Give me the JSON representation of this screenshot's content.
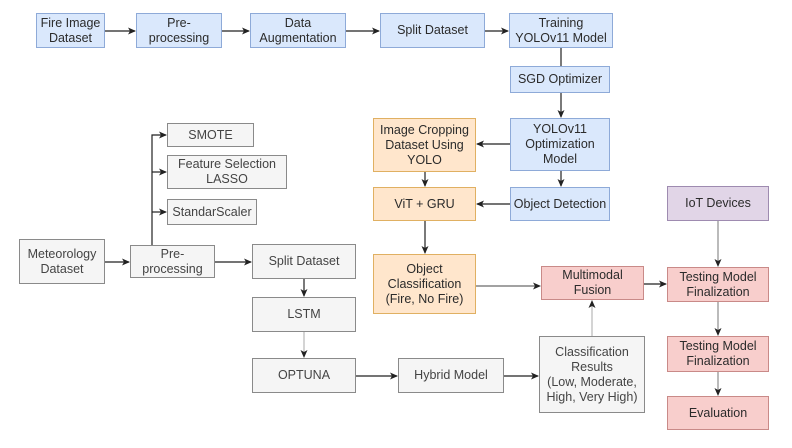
{
  "diagram": {
    "colors": {
      "image_pipeline": "#dae8fc",
      "vision_model": "#ffe6cc",
      "meteorology_pipeline": "#f5f5f5",
      "fusion_and_testing": "#f8cecc",
      "iot": "#e1d5e7"
    },
    "nodes": {
      "fire_image_dataset": "Fire Image\nDataset",
      "img_preprocessing": "Pre-\nprocessing",
      "data_augmentation": "Data\nAugmentation",
      "img_split_dataset": "Split Dataset",
      "training_yolo": "Training\nYOLOv11 Model",
      "sgd_optimizer": "SGD Optimizer",
      "yolo_optimization": "YOLOv11\nOptimization\nModel",
      "image_cropping": "Image Cropping\nDataset Using\nYOLO",
      "object_detection": "Object Detection",
      "vit_gru": "ViT + GRU",
      "object_classification": "Object\nClassification\n(Fire, No Fire)",
      "smote": "SMOTE",
      "feature_selection": "Feature Selection\nLASSO",
      "standard_scaler": "StandarScaler",
      "meteorology_dataset": "Meteorology\nDataset",
      "met_preprocessing": "Pre-\nprocessing",
      "met_split_dataset": "Split Dataset",
      "lstm": "LSTM",
      "optuna": "OPTUNA",
      "hybrid_model": "Hybrid Model",
      "classification_results": "Classification\nResults\n(Low, Moderate,\nHigh, Very High)",
      "multimodal_fusion": "Multimodal\nFusion",
      "iot_devices": "IoT Devices",
      "testing_model_1": "Testing Model\nFinalization",
      "testing_model_2": "Testing Model\nFinalization",
      "evaluation": "Evaluation"
    },
    "edges": [
      [
        "fire_image_dataset",
        "img_preprocessing"
      ],
      [
        "img_preprocessing",
        "data_augmentation"
      ],
      [
        "data_augmentation",
        "img_split_dataset"
      ],
      [
        "img_split_dataset",
        "training_yolo"
      ],
      [
        "training_yolo",
        "sgd_optimizer"
      ],
      [
        "sgd_optimizer",
        "yolo_optimization"
      ],
      [
        "yolo_optimization",
        "image_cropping"
      ],
      [
        "yolo_optimization",
        "object_detection"
      ],
      [
        "image_cropping",
        "vit_gru"
      ],
      [
        "object_detection",
        "vit_gru"
      ],
      [
        "vit_gru",
        "object_classification"
      ],
      [
        "object_classification",
        "multimodal_fusion"
      ],
      [
        "meteorology_dataset",
        "met_preprocessing"
      ],
      [
        "met_preprocessing",
        "smote"
      ],
      [
        "met_preprocessing",
        "feature_selection"
      ],
      [
        "met_preprocessing",
        "standard_scaler"
      ],
      [
        "met_preprocessing",
        "met_split_dataset"
      ],
      [
        "met_split_dataset",
        "lstm"
      ],
      [
        "lstm",
        "optuna"
      ],
      [
        "optuna",
        "hybrid_model"
      ],
      [
        "hybrid_model",
        "classification_results"
      ],
      [
        "classification_results",
        "multimodal_fusion"
      ],
      [
        "multimodal_fusion",
        "testing_model_1"
      ],
      [
        "iot_devices",
        "testing_model_1"
      ],
      [
        "testing_model_1",
        "testing_model_2"
      ],
      [
        "testing_model_2",
        "evaluation"
      ]
    ]
  }
}
